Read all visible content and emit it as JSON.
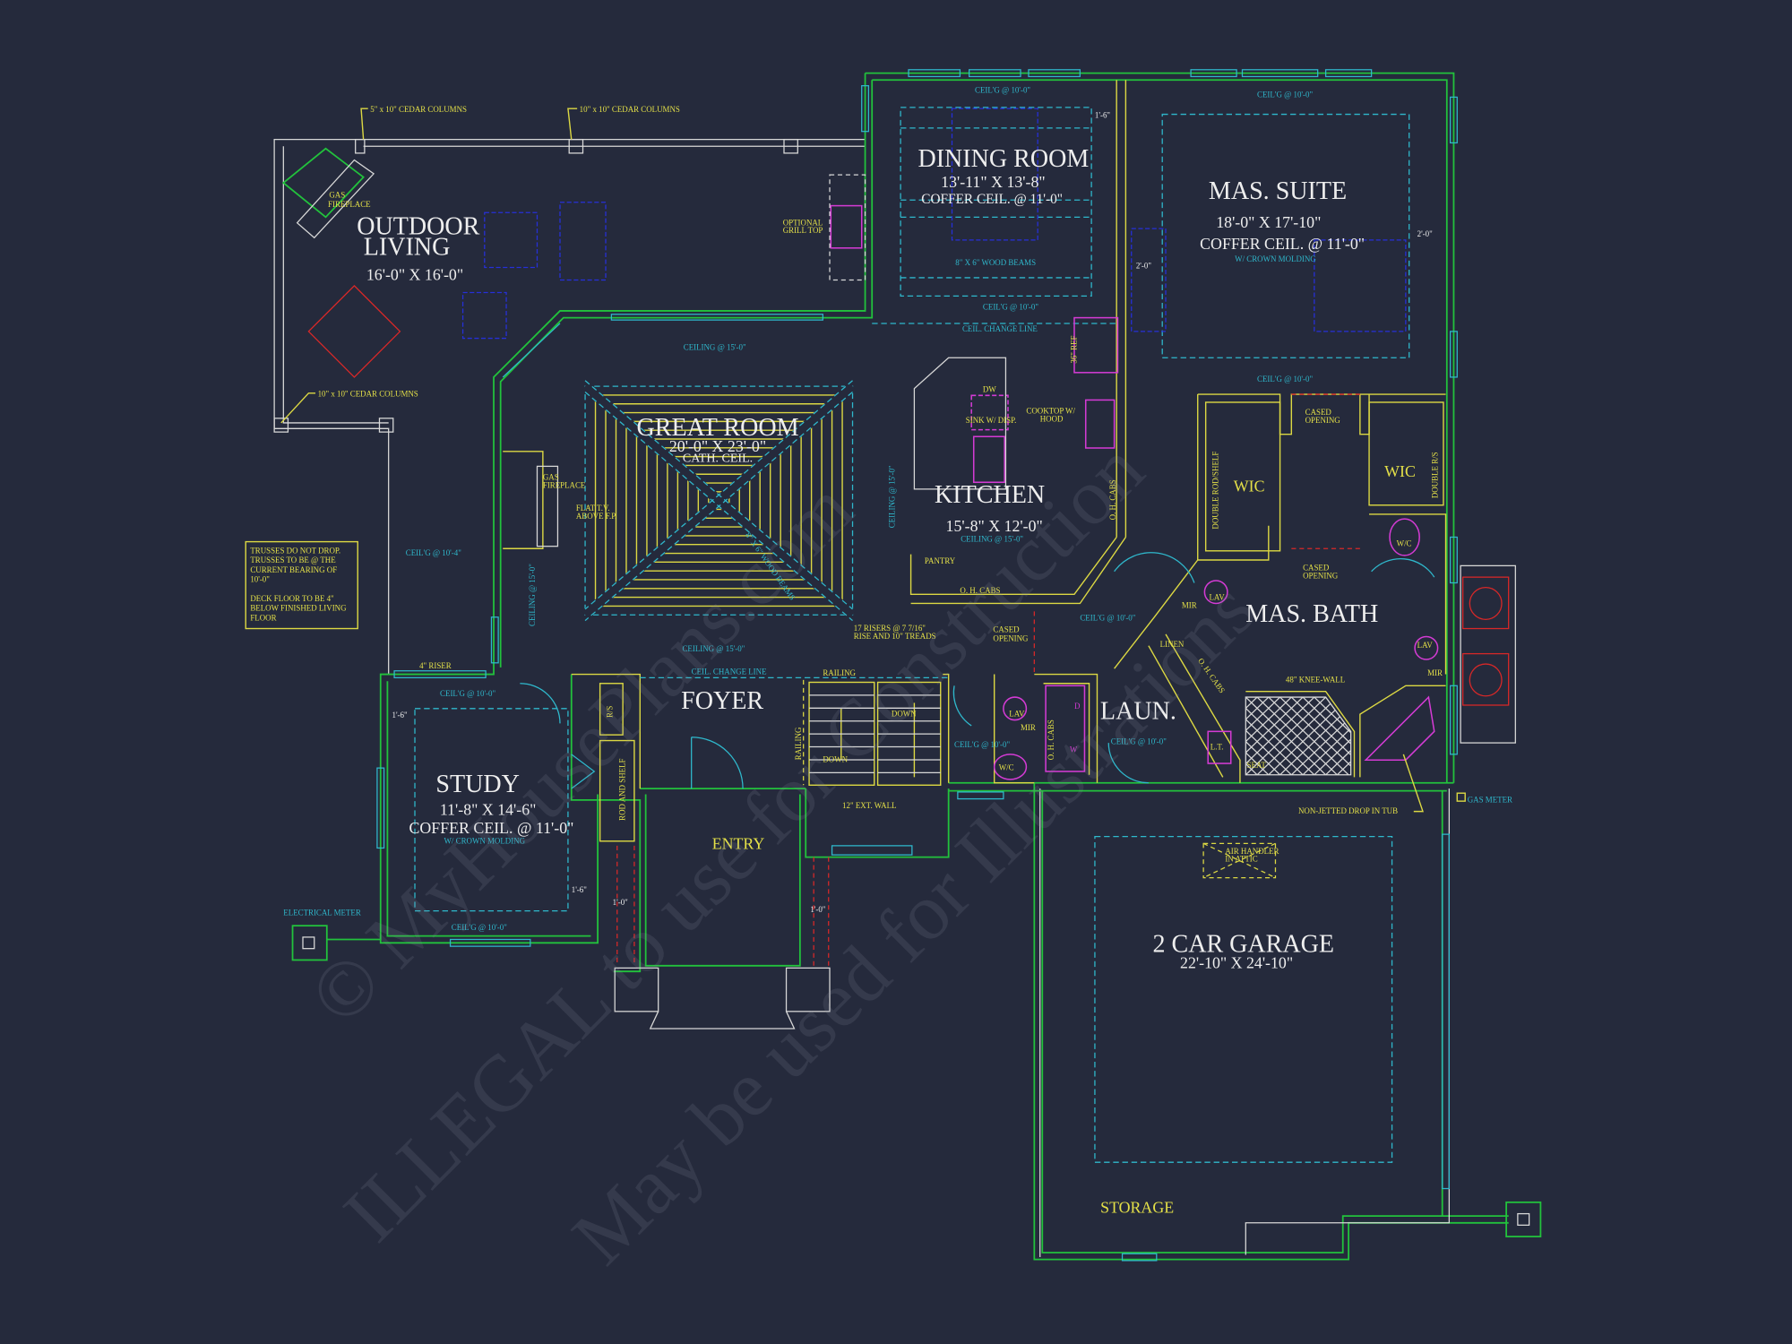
{
  "colors": {
    "background": "#252a3c",
    "walls": "#22c23c",
    "interior": "#dcd843",
    "ceiling": "#2fb8cc",
    "fixtures": "#d43bd4",
    "furniture": "#2630d8",
    "labels": "#eeeeee"
  },
  "watermark": {
    "line1": "© MyHousePlans.com",
    "line2": "ILLEGAL to use for Construction",
    "line3": "May be used for Illustrations"
  },
  "rooms": {
    "outdoor_living": {
      "name_1": "OUTDOOR",
      "name_2": "LIVING",
      "dims": "16'-0\" X 16'-0\""
    },
    "dining_room": {
      "name": "DINING ROOM",
      "dims": "13'-11\" X 13'-8\"",
      "ceiling": "COFFER CEIL. @ 11'-0\""
    },
    "mas_suite": {
      "name": "MAS. SUITE",
      "dims": "18'-0\" X 17'-10\"",
      "ceiling": "COFFER CEIL. @ 11'-0\"",
      "note": "W/ CROWN MOLDING"
    },
    "great_room": {
      "name": "GREAT ROOM",
      "dims": "20'-0\" X 23'-0\"",
      "ceiling": "CATH. CEIL."
    },
    "kitchen": {
      "name": "KITCHEN",
      "dims": "15'-8\" X 12'-0\"",
      "ceiling": "CEILING @ 15'-0\""
    },
    "foyer": {
      "name": "FOYER"
    },
    "study": {
      "name": "STUDY",
      "dims": "11'-8\" X 14'-6\"",
      "ceiling": "COFFER CEIL. @ 11'-0\"",
      "note": "W/ CROWN MOLDING"
    },
    "entry": {
      "name": "ENTRY"
    },
    "laundry": {
      "name": "LAUN."
    },
    "mas_bath": {
      "name": "MAS. BATH"
    },
    "wic_left": {
      "name": "WIC"
    },
    "wic_right": {
      "name": "WIC"
    },
    "garage": {
      "name": "2 CAR GARAGE",
      "dims": "22'-10\" X 24'-10\""
    },
    "storage": {
      "name": "STORAGE"
    }
  },
  "notes": {
    "cedar_5x10": "5\" x 10\" CEDAR COLUMNS",
    "cedar_10x10_top": "10\" x 10\" CEDAR COLUMNS",
    "cedar_10x10_bottom": "10\" x 10\" CEDAR COLUMNS",
    "gas_fp_out_1": "GAS",
    "gas_fp_out_2": "FIREPLACE",
    "grill_1": "OPTIONAL",
    "grill_2": "GRILL TOP",
    "ceiling_15_a": "CEILING @ 15'-0\"",
    "ceiling_15_b": "CEILING @ 15'-0\"",
    "ceiling_15_c": "CEILING @ 15'-0\"",
    "ceiling_15_d": "CEILING @ 15'-0\"",
    "dining_ceil_top": "CEIL'G @ 10'-0\"",
    "dining_ceil_bottom": "CEIL'G @ 10'-0\"",
    "wood_beams_dining": "8\" X 6\" WOOD BEAMS",
    "wood_beams_great": "8\" X 6\" WOOD BEAMS",
    "ceil_change_1": "CEIL. CHANGE LINE",
    "ceil_change_2": "CEIL. CHANGE LINE",
    "suite_ceil_top": "CEIL'G @ 10'-0\"",
    "suite_ceil_bottom": "CEIL'G @ 10'-0\"",
    "dim_1_6": "1'-6\"",
    "dim_2_0": "2'-0\"",
    "ref": "36\" REF",
    "dw": "DW",
    "sink": "SINK W/ DISP.",
    "cooktop_1": "COOKTOP W/",
    "cooktop_2": "HOOD",
    "pantry": "PANTRY",
    "oh_cabs": "O. H. CABS",
    "gas_fp_in_1": "GAS",
    "gas_fp_in_2": "FIREPLACE",
    "tv_1": "FLAT T.V.",
    "tv_2": "ABOVE F.P.",
    "trusses": [
      "TRUSSES DO NOT DROP.",
      "TRUSSES TO BE @ THE",
      "CURRENT BEARING OF",
      "10'-0\"",
      "",
      "DECK FLOOR TO BE 4\"",
      "BELOW FINISHED LIVING",
      "FLOOR"
    ],
    "ceil_10_4": "CEIL'G @ 10'-4\"",
    "riser": "4\" RISER",
    "ceil_10": "CEIL'G @ 10'-0\"",
    "railing": "RAILING",
    "stairs_1": "17 RISERS @ 7 7/16\"",
    "stairs_2": "RISE AND 10\" TREADS",
    "down": "DOWN",
    "rs": "R/S",
    "rod_shelf": "ROD AND SHELF",
    "ext_wall": "12\" EXT. WALL",
    "cased_1": "CASED",
    "cased_2": "OPENING",
    "electrical_meter": "ELECTRICAL METER",
    "dim_1_0": "1'-0\"",
    "lav": "LAV",
    "mir": "MIR",
    "wc": "W/C",
    "d": "D",
    "w": "W",
    "linen": "LINEN",
    "lt": "L.T.",
    "double_rod": "DOUBLE ROD/SHELF",
    "double_rs": "DOUBLE R/S",
    "knee_wall": "48\" KNEE-WALL",
    "seat": "SEAT",
    "tub": "NON-JETTED DROP IN TUB",
    "gas_meter": "GAS METER",
    "air_1": "AIR HANDLER",
    "air_2": "IN ATTIC"
  }
}
